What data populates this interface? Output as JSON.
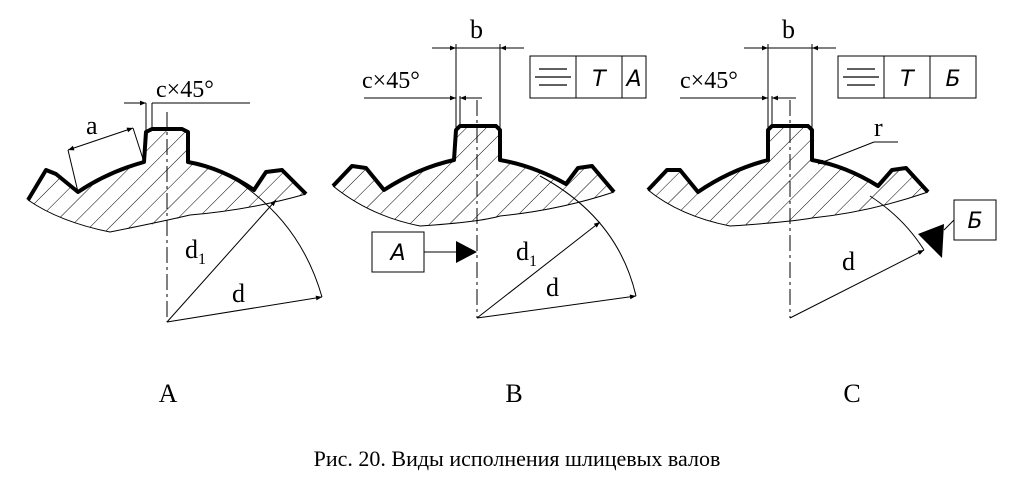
{
  "figure": {
    "caption": "Рис. 20. Виды исполнения шлицевых валов",
    "views": [
      {
        "id": "A",
        "label": "A",
        "chamfer": "c×45°",
        "dims": {
          "a": "a",
          "d1": "d",
          "d1_sub": "1",
          "d": "d"
        }
      },
      {
        "id": "B",
        "label": "B",
        "chamfer": "c×45°",
        "width": "b",
        "tolerance_frame": [
          "",
          "T",
          "A"
        ],
        "datum": "A",
        "dims": {
          "d1": "d",
          "d1_sub": "1",
          "d": "d"
        }
      },
      {
        "id": "C",
        "label": "C",
        "chamfer": "c×45°",
        "width": "b",
        "radius": "r",
        "tolerance_frame": [
          "",
          "T",
          "Б"
        ],
        "datum": "Б",
        "dims": {
          "d": "d"
        }
      }
    ],
    "colors": {
      "ink": "#000000",
      "background": "#ffffff"
    }
  }
}
